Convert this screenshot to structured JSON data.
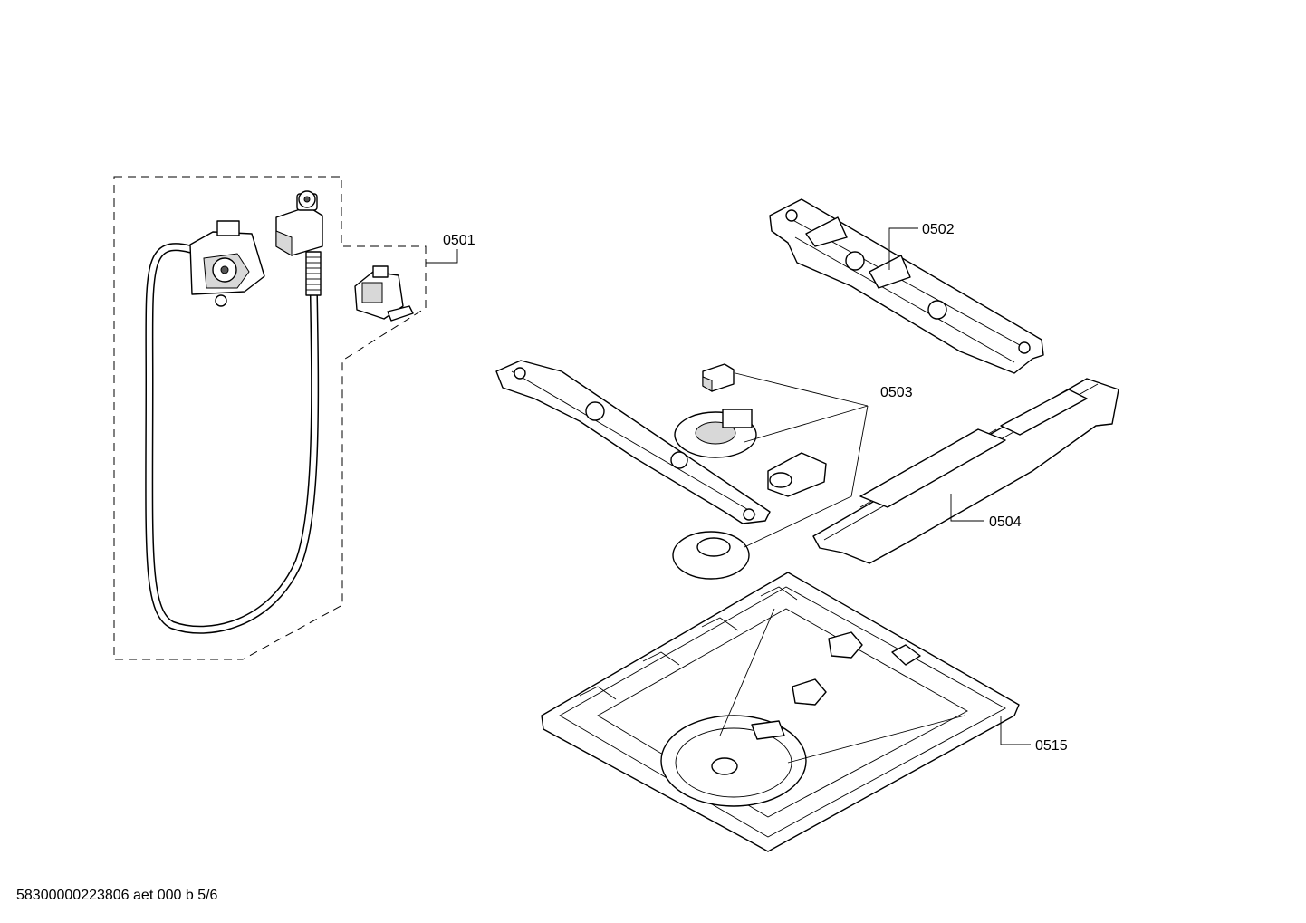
{
  "callouts": {
    "c0501": "0501",
    "c0502": "0502",
    "c0503": "0503",
    "c0504": "0504",
    "c0515": "0515"
  },
  "footer": {
    "document_ref": "58300000223806 aet 000 b 5/6"
  },
  "colors": {
    "line": "#000000",
    "background": "#ffffff"
  }
}
